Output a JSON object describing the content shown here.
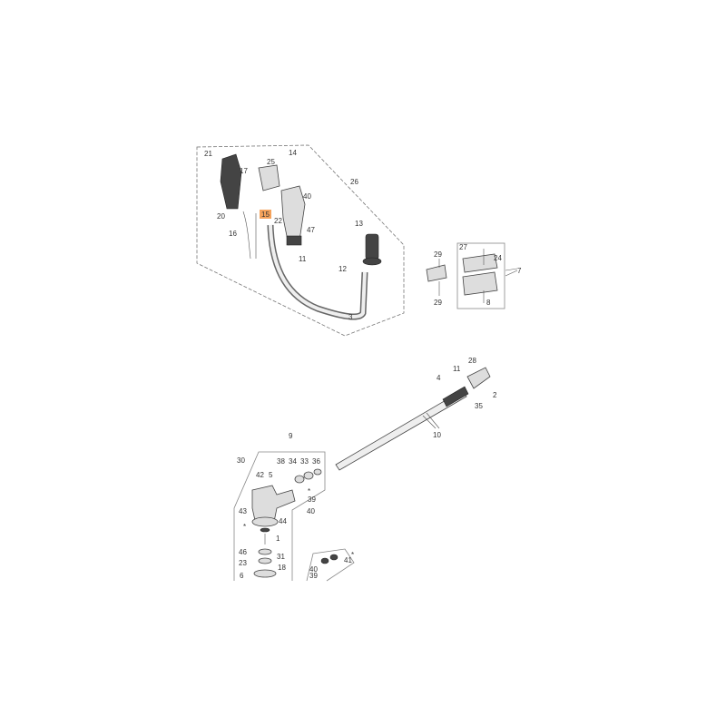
{
  "highlight_color": "#f5a35c",
  "labels": {
    "top": [
      "21",
      "14",
      "25",
      "17",
      "26",
      "40",
      "20",
      "15",
      "22",
      "16",
      "47",
      "13",
      "11",
      "12",
      "3"
    ],
    "clamp": [
      "29",
      "27",
      "24",
      "7",
      "29",
      "8"
    ],
    "shaft": [
      "28",
      "11",
      "4",
      "2",
      "35",
      "10"
    ],
    "gear": [
      "9",
      "30",
      "38",
      "34",
      "33",
      "36",
      "42",
      "5",
      "*",
      "39",
      "43",
      "40",
      "44",
      "*",
      "1",
      "46",
      "31",
      "23",
      "18",
      "6",
      "40",
      "39",
      "41",
      "*"
    ]
  },
  "highlighted_part": "15"
}
